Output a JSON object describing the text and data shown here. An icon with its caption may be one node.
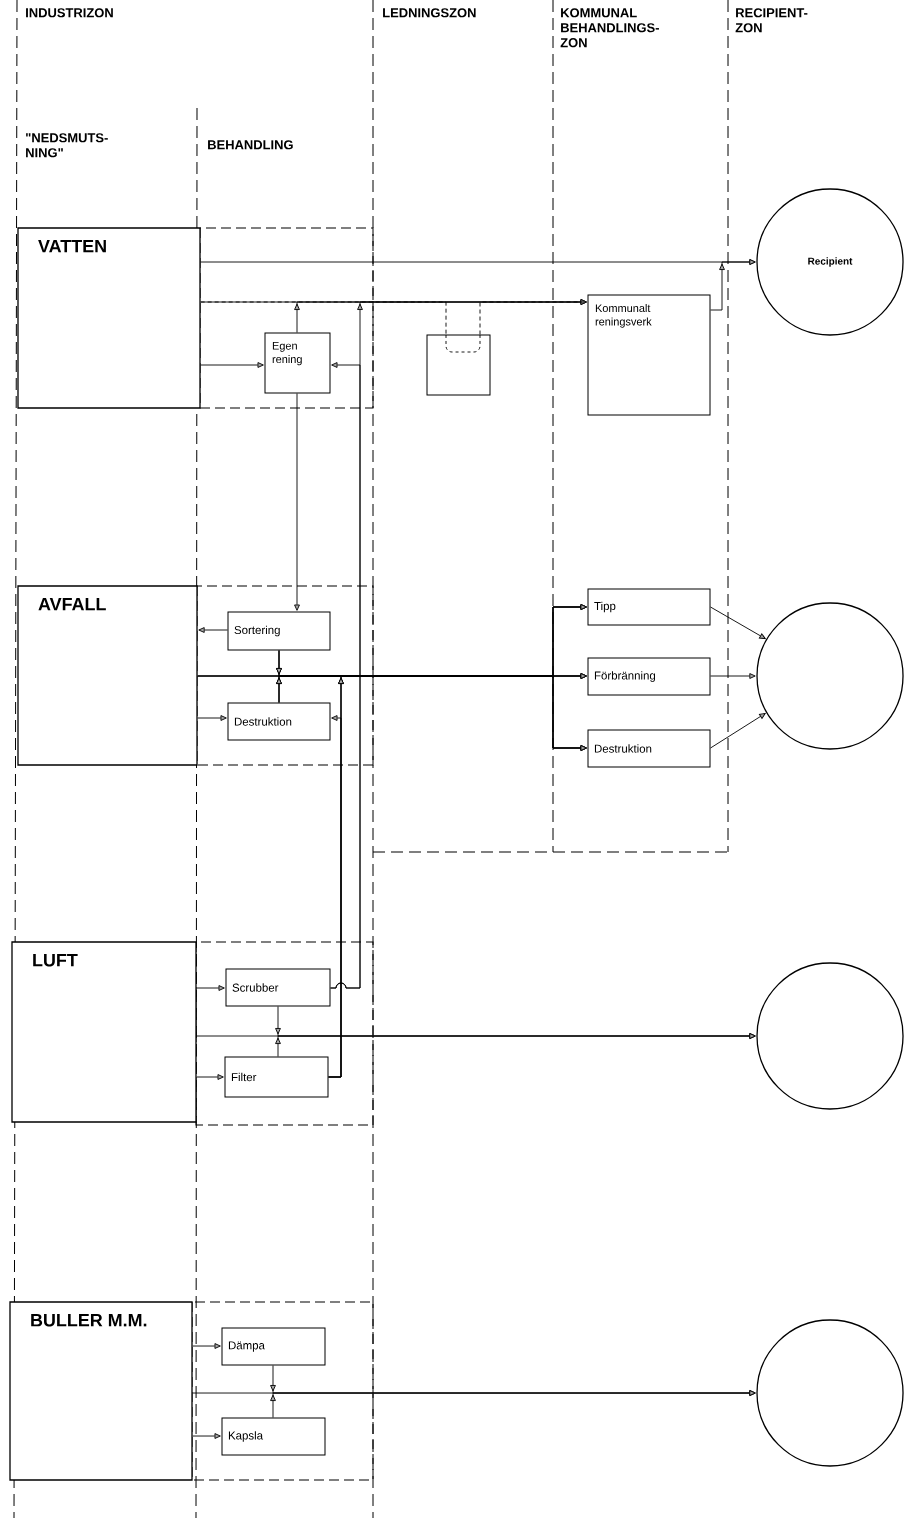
{
  "diagram": {
    "nodes": [
      {
        "text": [
          "VATTEN"
        ]
      },
      {
        "text": [
          "Egen rening"
        ]
      },
      {
        "text": [],
        "shape": "box"
      },
      {
        "text": [
          "Kommunalt reningsverk"
        ]
      },
      {
        "text": [
          "Recipient"
        ]
      },
      {
        "text": [
          "AVFALL"
        ]
      },
      {
        "text": [
          "Sortering"
        ]
      },
      {
        "text": [
          "Destruktion"
        ]
      },
      {
        "text": [
          "Tipp"
        ]
      },
      {
        "text": [
          "Förbränning"
        ]
      },
      {
        "text": [
          "Destruktion"
        ]
      },
      {
        "text": [],
        "shape": "circle"
      },
      {
        "text": [
          "LUFT"
        ]
      },
      {
        "text": [
          "Scrubber"
        ]
      },
      {
        "text": [
          "Filter"
        ]
      },
      {
        "text": [],
        "shape": "circle"
      },
      {
        "text": [
          "BULLER M.M."
        ]
      },
      {
        "text": [
          "Dämpa"
        ]
      },
      {
        "text": [
          "Kapsla"
        ]
      },
      {
        "text": [],
        "shape": "circle"
      }
    ],
    "edges": [
      {
        "from": 0,
        "to": 4,
        "arrow": "to"
      },
      {
        "from": 0,
        "to": 3,
        "arrow": "to"
      },
      {
        "from": 3,
        "to": 4,
        "arrow": "to"
      },
      {
        "from": 0,
        "to": 1,
        "arrow": "to"
      },
      {
        "from": 1,
        "to": 3,
        "arrow": "to"
      },
      {
        "from": 1,
        "to": 6,
        "arrow": "to"
      },
      {
        "from": 13,
        "to": 1,
        "arrow": "to"
      },
      {
        "from": 13,
        "to": 3,
        "arrow": "to"
      },
      {
        "from": 6,
        "to": 5,
        "arrow": "to"
      },
      {
        "from": 5,
        "to": 7,
        "arrow": "to"
      },
      {
        "from": 14,
        "to": 7,
        "arrow": "to"
      },
      {
        "from": 5,
        "to": 8,
        "arrow": "to"
      },
      {
        "from": 5,
        "to": 9,
        "arrow": "to"
      },
      {
        "from": 5,
        "to": 10,
        "arrow": "to"
      },
      {
        "from": 6,
        "to": 8,
        "arrow": "to"
      },
      {
        "from": 6,
        "to": 9,
        "arrow": "to"
      },
      {
        "from": 6,
        "to": 10,
        "arrow": "to"
      },
      {
        "from": 7,
        "to": 8,
        "arrow": "to"
      },
      {
        "from": 7,
        "to": 9,
        "arrow": "to"
      },
      {
        "from": 7,
        "to": 10,
        "arrow": "to"
      },
      {
        "from": 14,
        "to": 8,
        "arrow": "to"
      },
      {
        "from": 14,
        "to": 9,
        "arrow": "to"
      },
      {
        "from": 14,
        "to": 10,
        "arrow": "to"
      },
      {
        "from": 8,
        "to": 11,
        "arrow": "to"
      },
      {
        "from": 9,
        "to": 11,
        "arrow": "to"
      },
      {
        "from": 10,
        "to": 11,
        "arrow": "to"
      },
      {
        "from": 12,
        "to": 13,
        "arrow": "to"
      },
      {
        "from": 12,
        "to": 14,
        "arrow": "to"
      },
      {
        "from": 12,
        "to": 15,
        "arrow": "to"
      },
      {
        "from": 13,
        "to": 15,
        "arrow": "to"
      },
      {
        "from": 14,
        "to": 15,
        "arrow": "to"
      },
      {
        "from": 16,
        "to": 17,
        "arrow": "to"
      },
      {
        "from": 16,
        "to": 18,
        "arrow": "to"
      },
      {
        "from": 16,
        "to": 19,
        "arrow": "to"
      },
      {
        "from": 17,
        "to": 19,
        "arrow": "to"
      },
      {
        "from": 18,
        "to": 19,
        "arrow": "to"
      },
      {
        "from": 0,
        "to": 2,
        "arrow": "none",
        "style": "dashed"
      },
      {
        "from": 2,
        "to": 3,
        "arrow": "none",
        "style": "dashed"
      }
    ],
    "labels": [
      "INDUSTRIZON",
      "LEDNINGSZON",
      "KOMMUNAL BEHANDLINGS- ZON",
      "RECIPIENT- ZON",
      "\"NEDSMUTS- NING\"",
      "BEHANDLING"
    ]
  }
}
